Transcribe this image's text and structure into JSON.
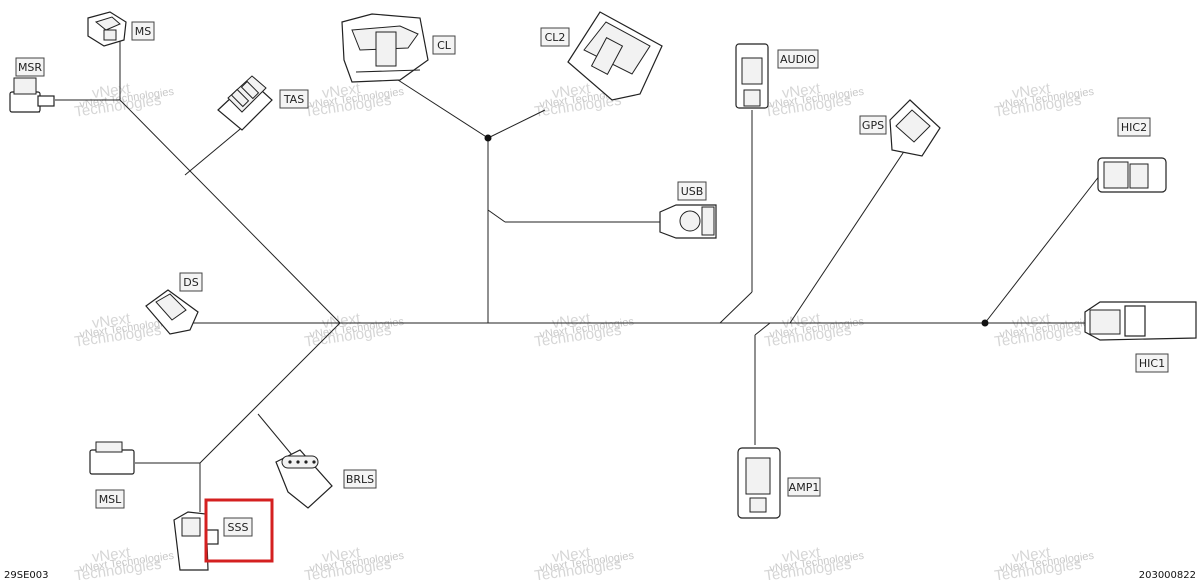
{
  "connectors": [
    {
      "id": "MS",
      "label": "MS"
    },
    {
      "id": "MSR",
      "label": "MSR"
    },
    {
      "id": "TAS",
      "label": "TAS"
    },
    {
      "id": "CL",
      "label": "CL"
    },
    {
      "id": "CL2",
      "label": "CL2"
    },
    {
      "id": "USB",
      "label": "USB"
    },
    {
      "id": "AUDIO",
      "label": "AUDIO"
    },
    {
      "id": "GPS",
      "label": "GPS"
    },
    {
      "id": "HIC2",
      "label": "HIC2"
    },
    {
      "id": "DS",
      "label": "DS"
    },
    {
      "id": "HIC1",
      "label": "HIC1"
    },
    {
      "id": "MSL",
      "label": "MSL"
    },
    {
      "id": "BRLS",
      "label": "BRLS"
    },
    {
      "id": "SSS",
      "label": "SSS",
      "highlighted": true
    },
    {
      "id": "AMP1",
      "label": "AMP1"
    }
  ],
  "watermark": {
    "line1": "vNext",
    "line2": "Technologies",
    "combined": "vNext Technologies"
  },
  "footer": {
    "left_code": "29SE003",
    "right_code": "203000822"
  },
  "colors": {
    "highlight": "#d42020",
    "wire": "#222222",
    "watermark": "#c9c9c9"
  }
}
